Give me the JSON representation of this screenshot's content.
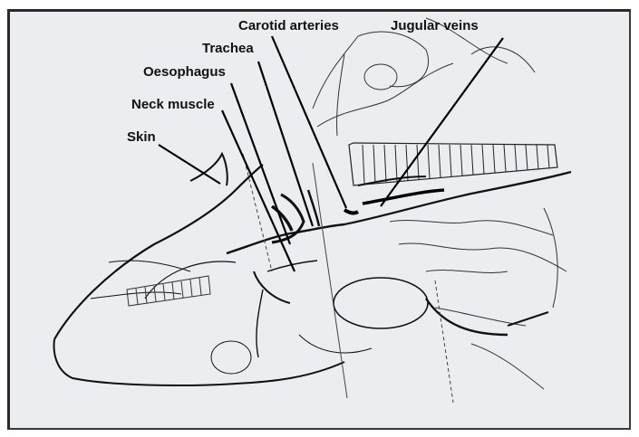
{
  "labels": {
    "carotid": "Carotid arteries",
    "jugular": "Jugular veins",
    "trachea": "Trachea",
    "oesophagus": "Oesophagus",
    "neck_muscle": "Neck muscle",
    "skin": "Skin"
  },
  "colors": {
    "background": "#ecedf0",
    "ink": "#111111",
    "frame": "#2a2a2a"
  }
}
